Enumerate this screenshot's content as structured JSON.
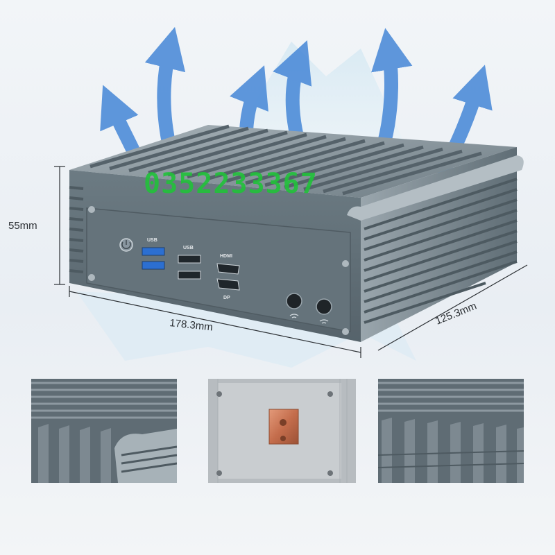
{
  "watermark": {
    "phone": "0352233367"
  },
  "dimensions": {
    "height": "55mm",
    "width": "178.3mm",
    "depth": "125.3mm"
  },
  "ports": {
    "usb3_label": "USB",
    "usb2_label": "USB",
    "hdmi_label": "HDMI",
    "dp_label": "DP"
  },
  "colors": {
    "arrow": "#4a8ad8",
    "chassis": "#7b8a93",
    "watermark": "#21c23a",
    "copper": "#c46d4c"
  },
  "icons": [
    "power-icon",
    "wifi-icon",
    "wifi-icon",
    "airflow-arrow"
  ]
}
